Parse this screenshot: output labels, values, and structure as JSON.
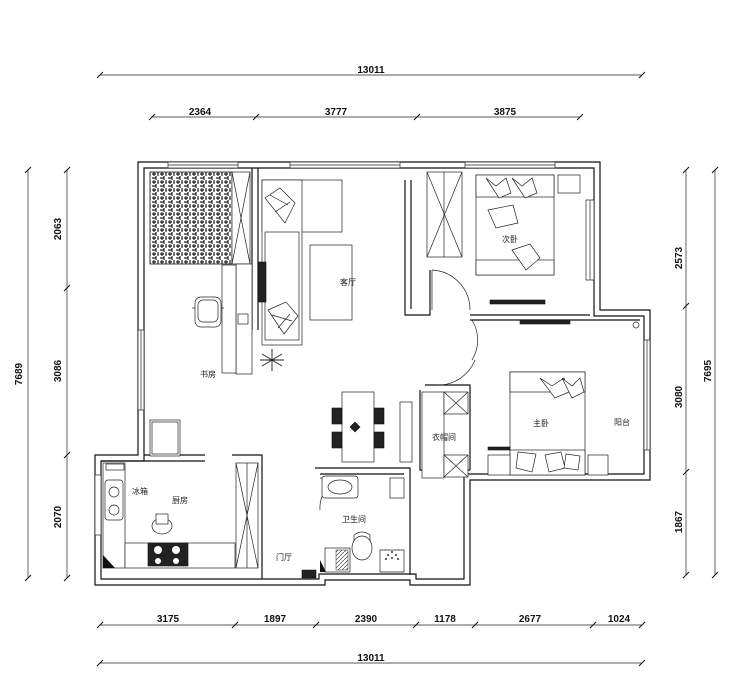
{
  "dimensions": {
    "top_total": "13011",
    "top_segments": [
      "2364",
      "3777",
      "3875"
    ],
    "bottom_segments": [
      "3175",
      "1897",
      "2390",
      "1178",
      "2677",
      "1024"
    ],
    "bottom_total": "13011",
    "left_total": "7689",
    "left_segments": [
      "2063",
      "3086",
      "2070"
    ],
    "right_total": "7695",
    "right_segments": [
      "2573",
      "3080",
      "1867"
    ]
  },
  "rooms": {
    "living_room": "客厅",
    "second_bedroom": "次卧",
    "study": "书房",
    "master_bedroom": "主卧",
    "balcony": "阳台",
    "cloakroom": "衣帽间",
    "kitchen": "厨房",
    "fridge": "冰箱",
    "bathroom": "卫生间",
    "foyer": "门厅"
  }
}
